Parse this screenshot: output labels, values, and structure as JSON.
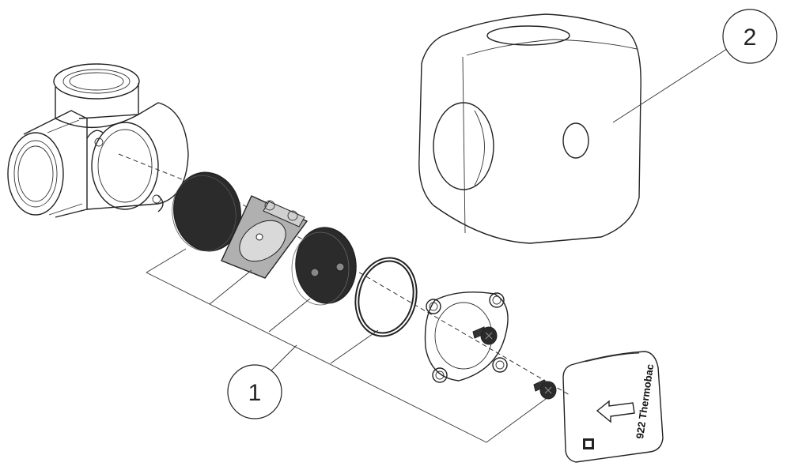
{
  "callouts": [
    {
      "id": "1",
      "label": "1"
    },
    {
      "id": "2",
      "label": "2"
    }
  ],
  "cover": {
    "text": "922 Thermobac",
    "arrow": "arrow-left-icon"
  },
  "colors": {
    "line": "#222222",
    "part_dark": "#2b2b2b",
    "plate": "#b0b0b0",
    "background": "#ffffff"
  }
}
